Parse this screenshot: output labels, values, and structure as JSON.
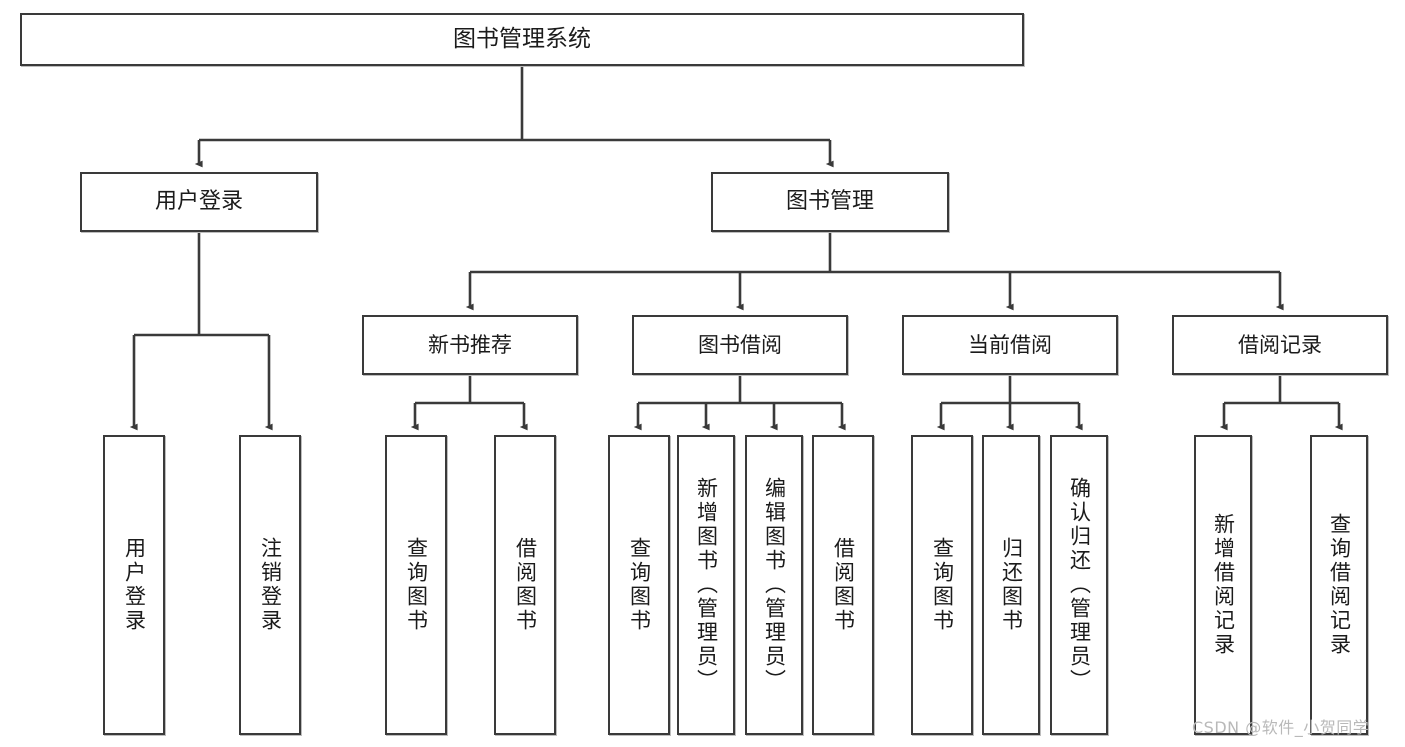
{
  "diagram": {
    "title": "图书管理系统",
    "type": "tree-hierarchy",
    "watermark": "CSDN @软件_小贺同学",
    "colors": {
      "background": "#ffffff",
      "border": "#3a3a3a",
      "text": "#1b1b1b",
      "edge": "#3a3a3a",
      "watermark": "#b9b9b9"
    },
    "nodes": {
      "root": {
        "label": "图书管理系统"
      },
      "level2": [
        {
          "id": "user-login",
          "label": "用户登录"
        },
        {
          "id": "book-management",
          "label": "图书管理"
        }
      ],
      "level3": [
        {
          "id": "new-book-recommend",
          "label": "新书推荐"
        },
        {
          "id": "book-borrow",
          "label": "图书借阅"
        },
        {
          "id": "current-borrow",
          "label": "当前借阅"
        },
        {
          "id": "borrow-record",
          "label": "借阅记录"
        }
      ],
      "leaves": {
        "user-login": [
          {
            "id": "leaf-user-login",
            "label": "用户登录"
          },
          {
            "id": "leaf-logout-login",
            "label": "注销登录"
          }
        ],
        "new-book-recommend": [
          {
            "id": "leaf-query-book-1",
            "label": "查询图书"
          },
          {
            "id": "leaf-borrow-book-1",
            "label": "借阅图书"
          }
        ],
        "book-borrow": [
          {
            "id": "leaf-query-book-2",
            "label": "查询图书"
          },
          {
            "id": "leaf-add-book-admin",
            "label": "新增图书（管理员）"
          },
          {
            "id": "leaf-edit-book-admin",
            "label": "编辑图书（管理员）"
          },
          {
            "id": "leaf-borrow-book-2",
            "label": "借阅图书"
          }
        ],
        "current-borrow": [
          {
            "id": "leaf-query-book-3",
            "label": "查询图书"
          },
          {
            "id": "leaf-return-book",
            "label": "归还图书"
          },
          {
            "id": "leaf-confirm-return-admin",
            "label": "确认归还（管理员）"
          }
        ],
        "borrow-record": [
          {
            "id": "leaf-add-borrow-record",
            "label": "新增借阅记录"
          },
          {
            "id": "leaf-query-borrow-record",
            "label": "查询借阅记录"
          }
        ]
      }
    }
  }
}
